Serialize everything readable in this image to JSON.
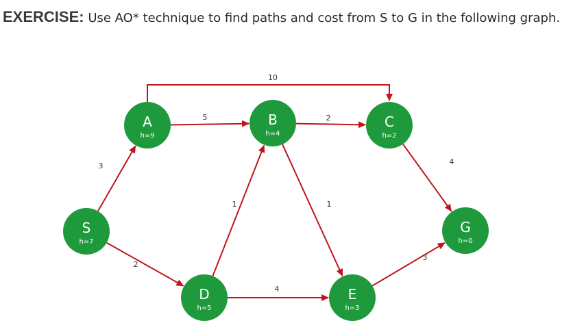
{
  "exercise": {
    "label": "EXERCISE:",
    "text": "Use AO* technique to find paths and cost from S to G in the following graph."
  },
  "colors": {
    "node_fill": "#1e9a3c",
    "edge": "#c0141c",
    "node_text": "#ffffff"
  },
  "nodes": [
    {
      "id": "S",
      "name": "S",
      "h": "h=7"
    },
    {
      "id": "A",
      "name": "A",
      "h": "h=9"
    },
    {
      "id": "B",
      "name": "B",
      "h": "h=4"
    },
    {
      "id": "C",
      "name": "C",
      "h": "h=2"
    },
    {
      "id": "D",
      "name": "D",
      "h": "h=5"
    },
    {
      "id": "E",
      "name": "E",
      "h": "h=3"
    },
    {
      "id": "G",
      "name": "G",
      "h": "h=0"
    }
  ],
  "edges": [
    {
      "from": "S",
      "to": "A",
      "cost": "3"
    },
    {
      "from": "S",
      "to": "D",
      "cost": "2"
    },
    {
      "from": "A",
      "to": "B",
      "cost": "5"
    },
    {
      "from": "A",
      "to": "C",
      "cost": "10"
    },
    {
      "from": "B",
      "to": "C",
      "cost": "2"
    },
    {
      "from": "D",
      "to": "B",
      "cost": "1"
    },
    {
      "from": "B",
      "to": "E",
      "cost": "1"
    },
    {
      "from": "D",
      "to": "E",
      "cost": "4"
    },
    {
      "from": "C",
      "to": "G",
      "cost": "4"
    },
    {
      "from": "E",
      "to": "G",
      "cost": "3"
    }
  ]
}
